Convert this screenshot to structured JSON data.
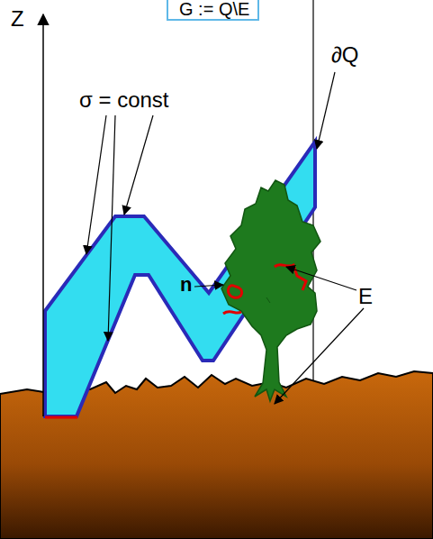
{
  "diagram": {
    "nodes": [
      {
        "text": [
          "G := Q\\E"
        ]
      }
    ],
    "labels": [
      "Z",
      "σ = const",
      "∂Q",
      "n",
      "E"
    ]
  }
}
